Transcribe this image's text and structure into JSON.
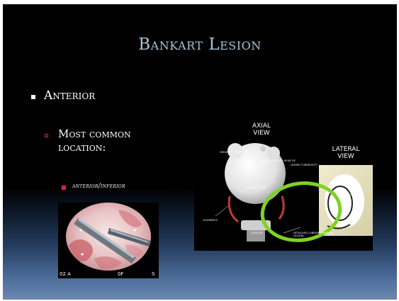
{
  "slide": {
    "title": "Bankart Lesion",
    "bullet_1": "Anterior",
    "bullet_2_line1": "Most common",
    "bullet_2_line2": "location:",
    "bullet_3": "anterior/inferior"
  },
  "arthroscopy_photo": {
    "caption_left": "02  A",
    "caption_mid": "0F",
    "caption_right": "S"
  },
  "diagram": {
    "axial_view_label_line1": "AXIAL",
    "axial_view_label_line2": "VIEW",
    "lateral_view_label_line1": "LATERAL",
    "lateral_view_label_line2": "VIEW",
    "labels": {
      "tendon": "TENDON OF LONG HEAD OF BICEPS",
      "greater_tuberosity": "GREATER TUBEROSITY",
      "lesser_tuberosity": "LESSER TUBEROSITY",
      "humeral_head": "HUMERAL HEAD",
      "ligaments": "LIGAMENTS",
      "glenoid": "GLENOID",
      "detached_labrum": "DETACHED LABRUM (BANKART LESION)",
      "glenoid_lateral": "GLENOID"
    },
    "highlight_color": "#7ed321"
  }
}
